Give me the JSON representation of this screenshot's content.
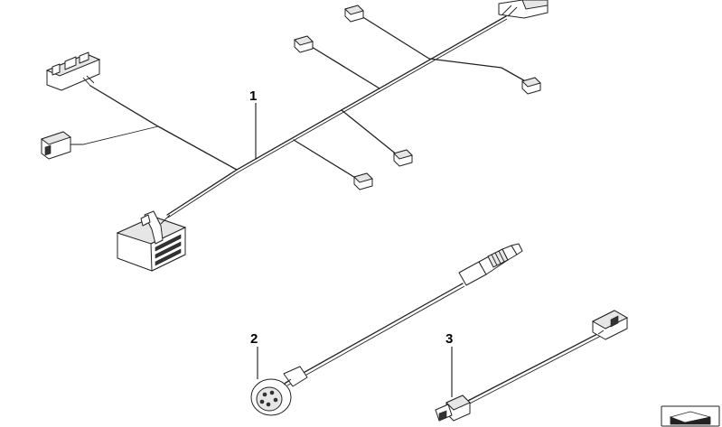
{
  "diagram": {
    "callouts": [
      {
        "id": "1",
        "label": "1"
      },
      {
        "id": "2",
        "label": "2"
      },
      {
        "id": "3",
        "label": "3"
      }
    ],
    "colors": {
      "line": "#222222",
      "background": "#ffffff",
      "fill": "#ffffff",
      "shade": "#e6e6e6"
    },
    "icons": [
      "wiring-harness",
      "multi-pin-connector",
      "plug-connector",
      "sensor-cable",
      "round-connector",
      "coax-cable",
      "antenna-plug",
      "scroll-arrow"
    ]
  }
}
